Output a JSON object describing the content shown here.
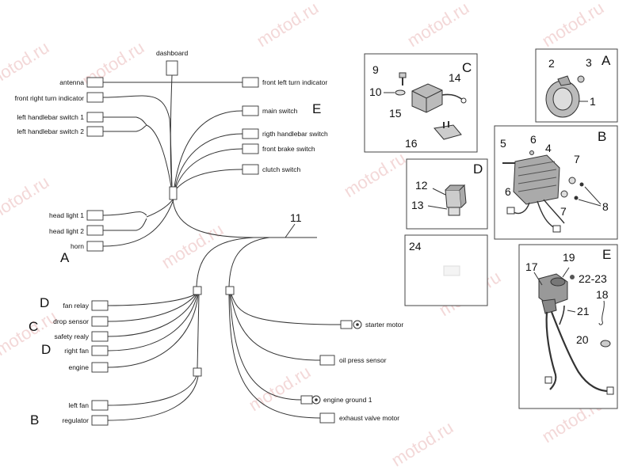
{
  "watermark": "motod.ru",
  "wiring": {
    "dashboard": "dashboard",
    "left_labels": [
      "antenna",
      "front right turn indicator",
      "left handlebar switch 1",
      "left handlebar switch 2",
      "head light 1",
      "head light 2",
      "horn"
    ],
    "right_labels": [
      "front left turn indicator",
      "main switch",
      "rigth handlebar switch",
      "front brake switch",
      "clutch switch"
    ],
    "lower_left_labels": [
      "fan relay",
      "drop sensor",
      "safety realy",
      "right fan",
      "engine",
      "left fan",
      "regulator"
    ],
    "lower_right_labels": [
      "starter motor",
      "oil press sensor",
      "engine ground 1",
      "exhaust valve motor"
    ],
    "harness_number": "11",
    "group_letters": {
      "horn_group": "A",
      "main_switch_group": "E",
      "fan_relay_group": "D",
      "drop_sensor_group": "C",
      "right_fan_group": "D",
      "regulator_group": "B"
    }
  },
  "panels": {
    "C": {
      "letter": "C",
      "numbers": [
        "9",
        "14",
        "10",
        "15",
        "16"
      ]
    },
    "A": {
      "letter": "A",
      "numbers": [
        "2",
        "3",
        "1"
      ]
    },
    "B": {
      "letter": "B",
      "numbers": [
        "5",
        "6",
        "4",
        "7",
        "6",
        "7",
        "8"
      ]
    },
    "D": {
      "letter": "D",
      "numbers": [
        "12",
        "13"
      ]
    },
    "P24": {
      "number": "24"
    },
    "E": {
      "letter": "E",
      "numbers": [
        "17",
        "19",
        "22-23",
        "18",
        "21",
        "20"
      ]
    }
  }
}
